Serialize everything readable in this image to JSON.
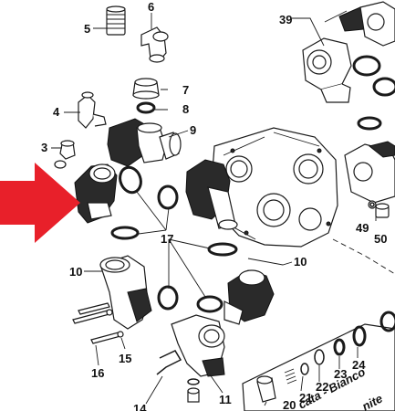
{
  "diagram": {
    "callouts": {
      "c5": "5",
      "c6": "6",
      "c7": "7",
      "c8": "8",
      "c9": "9",
      "c4": "4",
      "c3": "3",
      "c39": "39",
      "c10a": "10",
      "c10b": "10",
      "c17": "17",
      "c49": "49",
      "c50": "50",
      "c15": "15",
      "c16": "16",
      "c14": "14",
      "c11": "11",
      "c20": "20",
      "c21": "21",
      "c22": "22",
      "c23": "23",
      "c24": "24"
    },
    "label_strip": "cata - Bianco",
    "label_strip2": "nite",
    "arrow_color": "#e8202a"
  }
}
